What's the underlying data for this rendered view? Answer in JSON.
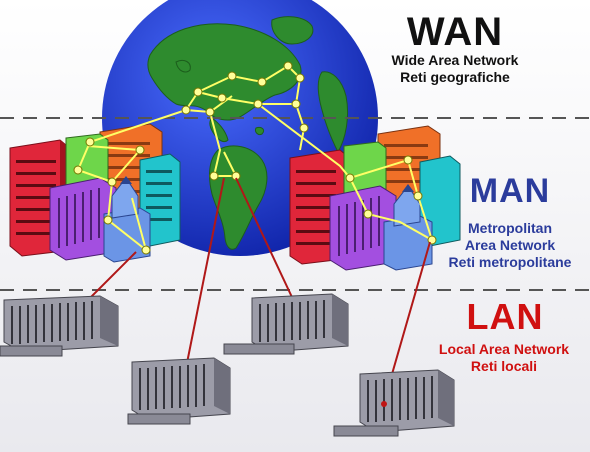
{
  "wan": {
    "title": "WAN",
    "lines": [
      "Wide Area Network",
      "Reti geografiche"
    ]
  },
  "man": {
    "title": "MAN",
    "lines": [
      "Metropolitan",
      "Area Network",
      "Reti metropolitane"
    ]
  },
  "lan": {
    "title": "LAN",
    "lines": [
      "Local Area Network",
      "Reti locali"
    ]
  },
  "colors": {
    "wan_text": "#111111",
    "man_text": "#2b3c9c",
    "lan_text": "#d01010",
    "globe_ocean": "#1d3fd0",
    "globe_land": "#2e8b2e",
    "network_link": "#ffff66",
    "lan_link": "#b01818",
    "separator": "#555555"
  }
}
